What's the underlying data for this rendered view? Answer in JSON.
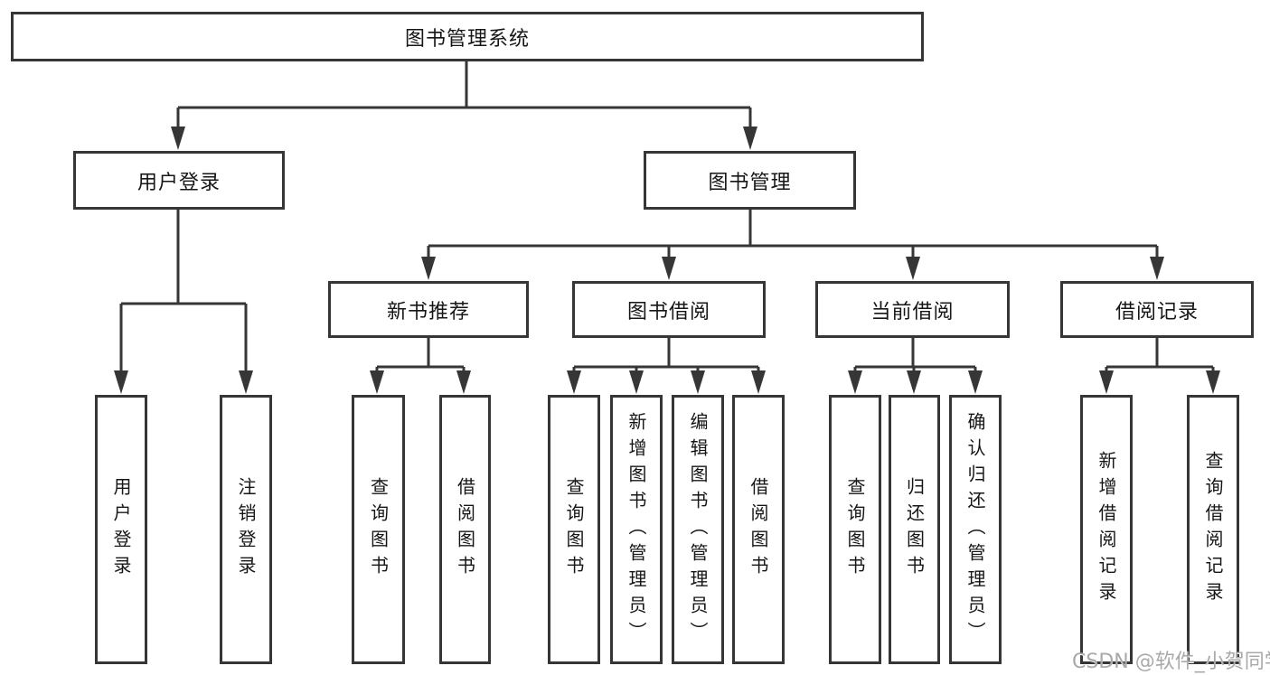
{
  "colors": {
    "line": "#363636",
    "box_border": "#363636",
    "text": "#161616",
    "background": "#ffffff",
    "watermark": "#a9a9a9"
  },
  "watermark": {
    "text": "CSDN @软件_小贺同学"
  },
  "tree": {
    "label": "图书管理系统",
    "children": [
      {
        "label": "用户登录",
        "children": [
          {
            "label": "用户登录"
          },
          {
            "label": "注销登录"
          }
        ]
      },
      {
        "label": "图书管理",
        "children": [
          {
            "label": "新书推荐",
            "children": [
              {
                "label": "查询图书"
              },
              {
                "label": "借阅图书"
              }
            ]
          },
          {
            "label": "图书借阅",
            "children": [
              {
                "label": "查询图书"
              },
              {
                "label": "新增图书（管理员）"
              },
              {
                "label": "编辑图书（管理员）"
              },
              {
                "label": "借阅图书"
              }
            ]
          },
          {
            "label": "当前借阅",
            "children": [
              {
                "label": "查询图书"
              },
              {
                "label": "归还图书"
              },
              {
                "label": "确认归还（管理员）"
              }
            ]
          },
          {
            "label": "借阅记录",
            "children": [
              {
                "label": "新增借阅记录"
              },
              {
                "label": "查询借阅记录"
              }
            ]
          }
        ]
      }
    ]
  }
}
